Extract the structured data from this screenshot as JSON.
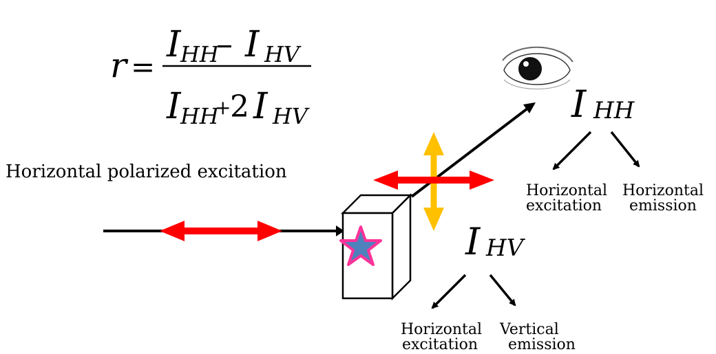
{
  "formula": {
    "lhs": "r",
    "equals": "=",
    "num_I1": "I",
    "num_sub1": "HH",
    "num_minus": "–",
    "num_I2": "I",
    "num_sub2": "HV",
    "den_I1": "I",
    "den_sub1": "HH",
    "den_plus": "+",
    "den_coef": "2",
    "den_I2": "I",
    "den_sub2": "HV"
  },
  "labels": {
    "excitation_title": "Horizontal polarized excitation",
    "ihh_I": "I",
    "ihh_sub": "HH",
    "ihv_I": "I",
    "ihv_sub": "HV",
    "hh_left_line1": "Horizontal",
    "hh_left_line2": "excitation",
    "hh_right_line1": "Horizontal",
    "hh_right_line2": "emission",
    "hv_left_line1": "Horizontal",
    "hv_left_line2": "excitation",
    "hv_right_line1": "Vertical",
    "hv_right_line2": "emission"
  },
  "icons": {
    "observer": "eye-icon",
    "sample": "cuvette-icon",
    "fluorophore": "star-icon"
  },
  "colors": {
    "horizontal_polarization": "#ff0000",
    "vertical_polarization": "#ffc000",
    "star_fill": "#4f81bd",
    "star_outline": "#ff3399",
    "lines": "#000000"
  }
}
